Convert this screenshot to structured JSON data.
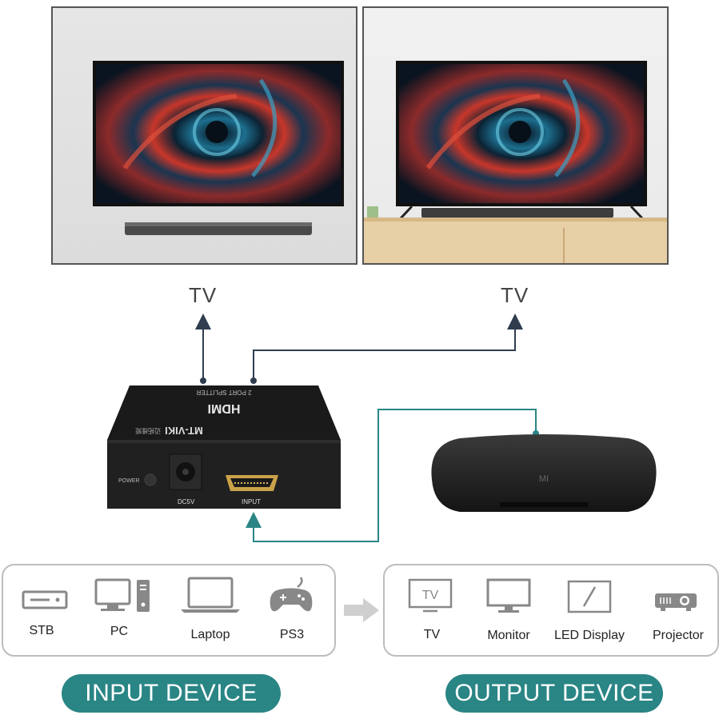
{
  "scenes": {
    "left": {
      "name": "wall-mounted-tv-scene"
    },
    "right": {
      "name": "tabletop-tv-scene"
    }
  },
  "outputs_labels": {
    "left_tv": "TV",
    "right_tv": "TV"
  },
  "splitter": {
    "brand": "MT-VIKI",
    "brand_cn": "迈拓维矩",
    "logo": "HDMI",
    "model": "2 PORT SPLITTER",
    "power_label": "POWER",
    "dc_label": "DC5V",
    "input_label": "INPUT"
  },
  "set_top_box": {
    "brand": "MI"
  },
  "input_devices": {
    "title": "INPUT DEVICE",
    "items": [
      {
        "label": "STB",
        "icon": "stb-icon"
      },
      {
        "label": "PC",
        "icon": "pc-icon"
      },
      {
        "label": "Laptop",
        "icon": "laptop-icon"
      },
      {
        "label": "PS3",
        "icon": "gamepad-icon"
      }
    ]
  },
  "output_devices": {
    "title": "OUTPUT DEVICE",
    "items": [
      {
        "label": "TV",
        "icon": "tv-icon",
        "icon_text": "TV"
      },
      {
        "label": "Monitor",
        "icon": "monitor-icon"
      },
      {
        "label": "LED Display",
        "icon": "led-display-icon"
      },
      {
        "label": "Projector",
        "icon": "projector-icon"
      }
    ]
  },
  "colors": {
    "accent": "#2a8585",
    "cable_dark": "#2f3d4f",
    "cable_teal": "#2a8585",
    "outline": "#bdbdbd"
  }
}
